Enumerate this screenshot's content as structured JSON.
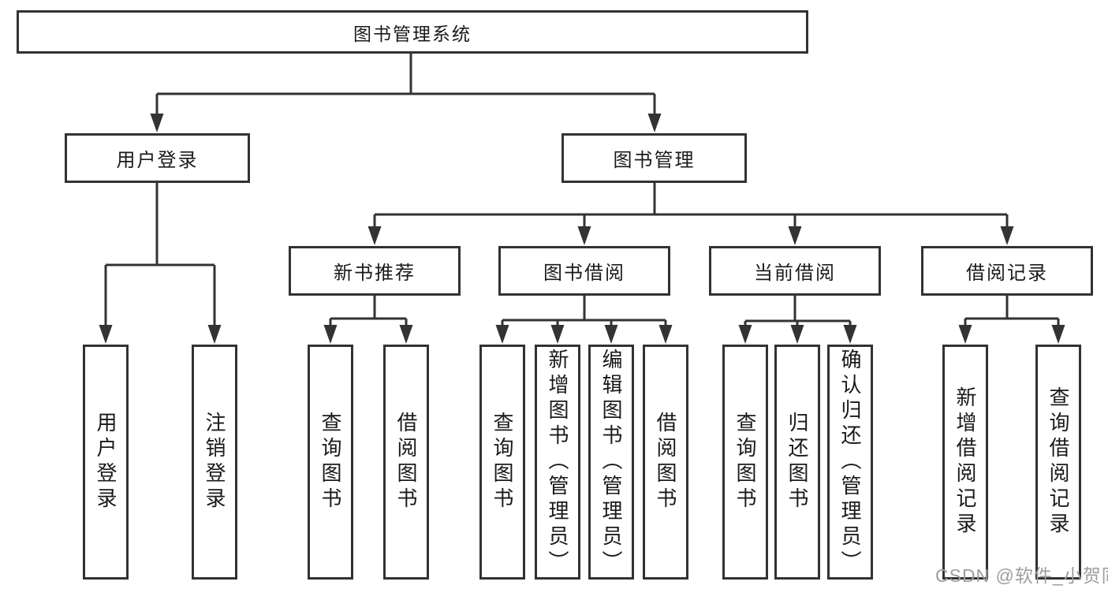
{
  "tree": {
    "label": "图书管理系统",
    "children": [
      {
        "label": "用户登录",
        "children": [
          {
            "label": "用户登录"
          },
          {
            "label": "注销登录"
          }
        ]
      },
      {
        "label": "图书管理",
        "children": [
          {
            "label": "新书推荐",
            "children": [
              {
                "label": "查询图书"
              },
              {
                "label": "借阅图书"
              }
            ]
          },
          {
            "label": "图书借阅",
            "children": [
              {
                "label": "查询图书"
              },
              {
                "label": "新增图书（管理员）"
              },
              {
                "label": "编辑图书（管理员）"
              },
              {
                "label": "借阅图书"
              }
            ]
          },
          {
            "label": "当前借阅",
            "children": [
              {
                "label": "查询图书"
              },
              {
                "label": "归还图书"
              },
              {
                "label": "确认归还（管理员）"
              }
            ]
          },
          {
            "label": "借阅记录",
            "children": [
              {
                "label": "新增借阅记录"
              },
              {
                "label": "查询借阅记录"
              }
            ]
          }
        ]
      }
    ]
  },
  "watermark": {
    "text": "CSDN @软件_小贺同学"
  },
  "colors": {
    "line": "#333333",
    "text": "#1a1a1a",
    "watermark": "#9e9e9e",
    "background": "#ffffff"
  }
}
